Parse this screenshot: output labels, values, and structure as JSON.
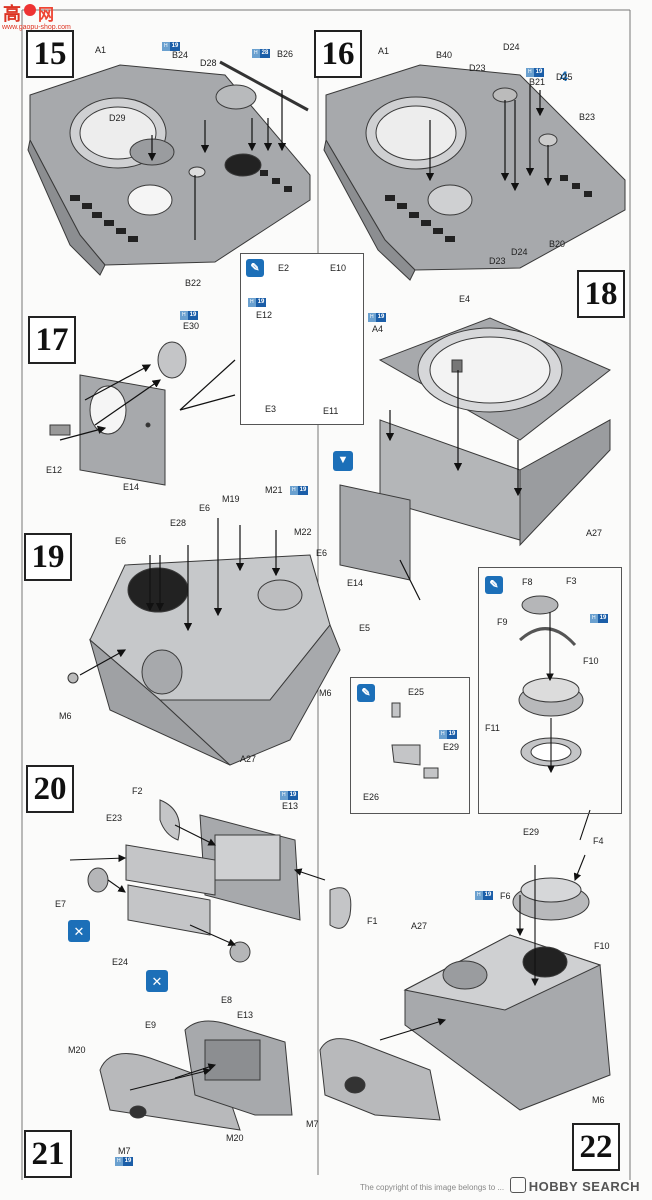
{
  "watermark": {
    "logo_text": "高",
    "logo_text2": "网",
    "url": "www.gaopu-shop.com"
  },
  "steps": [
    "15",
    "16",
    "17",
    "18",
    "19",
    "20",
    "21",
    "22"
  ],
  "labels": {
    "s15": [
      "A1",
      "B24",
      "B26",
      "D28",
      "D29",
      "B22"
    ],
    "s16": [
      "A1",
      "B40",
      "D24",
      "D23",
      "B21",
      "D25",
      "B23",
      "D23",
      "D24",
      "B20"
    ],
    "s17": [
      "E30",
      "E12",
      "E14"
    ],
    "detail17": [
      "E2",
      "E10",
      "E12",
      "E3",
      "E11"
    ],
    "s18": [
      "E4",
      "A4",
      "A27",
      "E14"
    ],
    "s19": [
      "E28",
      "M19",
      "M21",
      "E6",
      "E6",
      "M22",
      "E6",
      "E5",
      "M6",
      "M6",
      "A27"
    ],
    "s20": [
      "F2",
      "E13",
      "E23",
      "E7",
      "E24",
      "E8",
      "F1"
    ],
    "s21": [
      "E9",
      "E13",
      "M20",
      "M20",
      "M7"
    ],
    "detail_e": [
      "E25",
      "E29",
      "E26"
    ],
    "detail_f": [
      "F8",
      "F3",
      "F9",
      "F10",
      "F11"
    ],
    "s22": [
      "E29",
      "F4",
      "F6",
      "F10",
      "A27",
      "M7",
      "M6"
    ]
  },
  "pills": [
    {
      "prefix": "H",
      "num": "19"
    },
    {
      "prefix": "H",
      "num": "28"
    },
    {
      "prefix": "H",
      "num": "19"
    },
    {
      "prefix": "H",
      "num": "19"
    },
    {
      "prefix": "H",
      "num": "19"
    },
    {
      "prefix": "H",
      "num": "19"
    },
    {
      "prefix": "H",
      "num": "19"
    },
    {
      "prefix": "H",
      "num": "19"
    },
    {
      "prefix": "H",
      "num": "19"
    },
    {
      "prefix": "H",
      "num": "19"
    },
    {
      "prefix": "H",
      "num": "19"
    },
    {
      "prefix": "H",
      "num": "19"
    }
  ],
  "x4": {
    "num": "4",
    "prefix": "x"
  },
  "footer": {
    "brand": "HOBBY SEARCH",
    "copyright": "The copyright of this image belongs to ..."
  },
  "colors": {
    "part_gray": "#a7a9ac",
    "outline": "#3a3a3a",
    "accent_blue": "#1c6fb8",
    "pill_blue": "#1b5ea8"
  }
}
